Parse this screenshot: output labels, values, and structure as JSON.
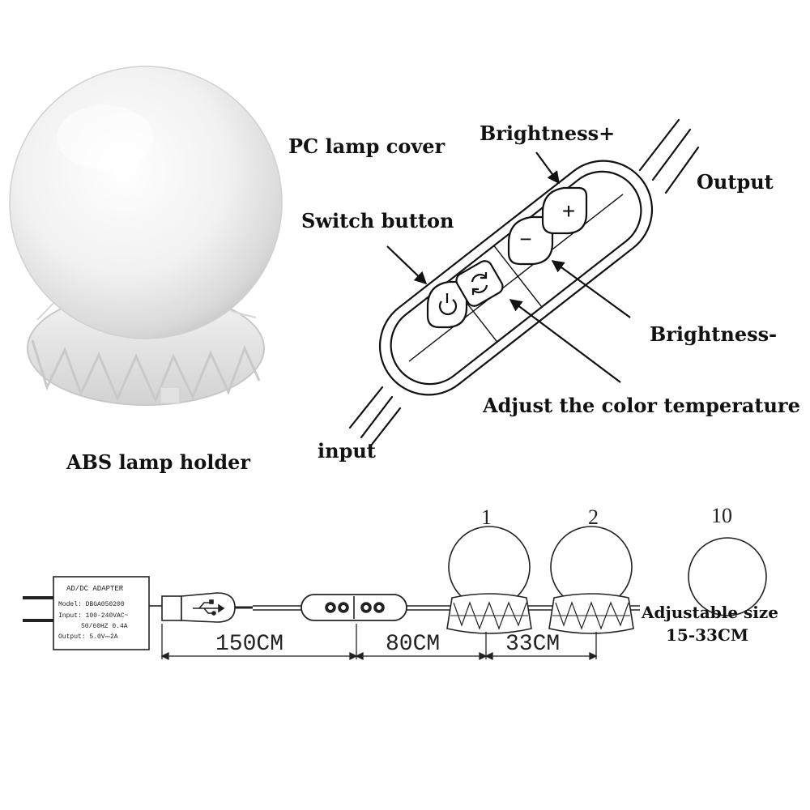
{
  "labels": {
    "pc_cover": "PC lamp cover",
    "brightness_plus": "Brightness+",
    "output": "Output",
    "switch_button": "Switch button",
    "brightness_minus": "Brightness-",
    "adjust_color": "Adjust the color temperature",
    "input": "input",
    "abs_holder": "ABS lamp holder"
  },
  "bulb_numbers": [
    "1",
    "2",
    "10"
  ],
  "adjustable": {
    "line1": "Adjustable size",
    "line2": "15-33CM"
  },
  "dimensions": [
    "150CM",
    "80CM",
    "33CM"
  ],
  "adapter": {
    "title": "AD/DC ADAPTER",
    "model": "Model: DBGA050200",
    "input": "Input: 100-240VAC~",
    "freq": "50/60HZ 0.4A",
    "output": "Output: 5.0V⎓2A"
  },
  "controller_buttons": {
    "plus": "+",
    "minus": "−"
  }
}
